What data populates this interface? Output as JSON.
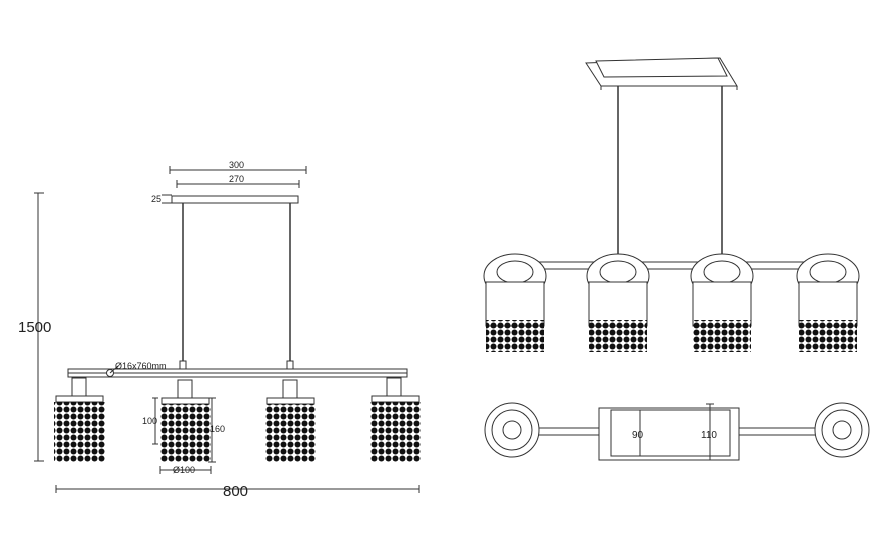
{
  "dimensions": {
    "height_total": "1500",
    "width_total": "800",
    "canopy_outer": "300",
    "canopy_inner": "270",
    "canopy_thickness": "25",
    "bar": "Ø16x760mm",
    "shade_height_inner": "100",
    "shade_height_outer": "160",
    "shade_diameter": "Ø100",
    "top_view_inner": "90",
    "top_view_outer": "110"
  },
  "colors": {
    "line": "#333333",
    "crystal": "#111111"
  }
}
